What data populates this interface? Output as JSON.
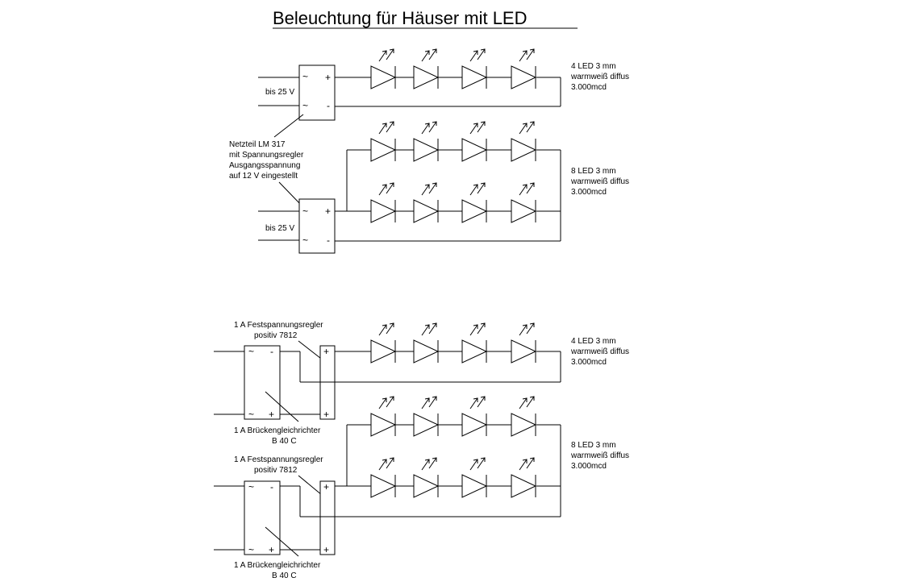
{
  "title": "Beleuchtung für Häuser mit LED",
  "symbols": {
    "ac": "~",
    "plus": "+",
    "minus": "-"
  },
  "circuit1": {
    "input_label": "bis 25 V",
    "led_label": [
      "4 LED 3 mm",
      "warmweiß diffus",
      "3.000mcd"
    ]
  },
  "circuit2": {
    "input_label": "bis 25 V",
    "led_label": [
      "8 LED 3 mm",
      "warmweiß diffus",
      "3.000mcd"
    ]
  },
  "netzteil_label": [
    "Netzteil LM 317",
    "mit Spannungsregler",
    "Ausgangsspannung",
    "auf 12 V eingestellt"
  ],
  "circuit3": {
    "regler_label": [
      "1 A Festspannungsregler",
      "positiv 7812"
    ],
    "gleichrichter_label": [
      "1 A Brückengleichrichter",
      "B 40 C"
    ],
    "led_label": [
      "4 LED 3 mm",
      "warmweiß diffus",
      "3.000mcd"
    ]
  },
  "circuit4": {
    "regler_label": [
      "1 A Festspannungsregler",
      "positiv 7812"
    ],
    "gleichrichter_label": [
      "1 A Brückengleichrichter",
      "B 40 C"
    ],
    "led_label": [
      "8 LED 3 mm",
      "warmweiß diffus",
      "3.000mcd"
    ]
  }
}
